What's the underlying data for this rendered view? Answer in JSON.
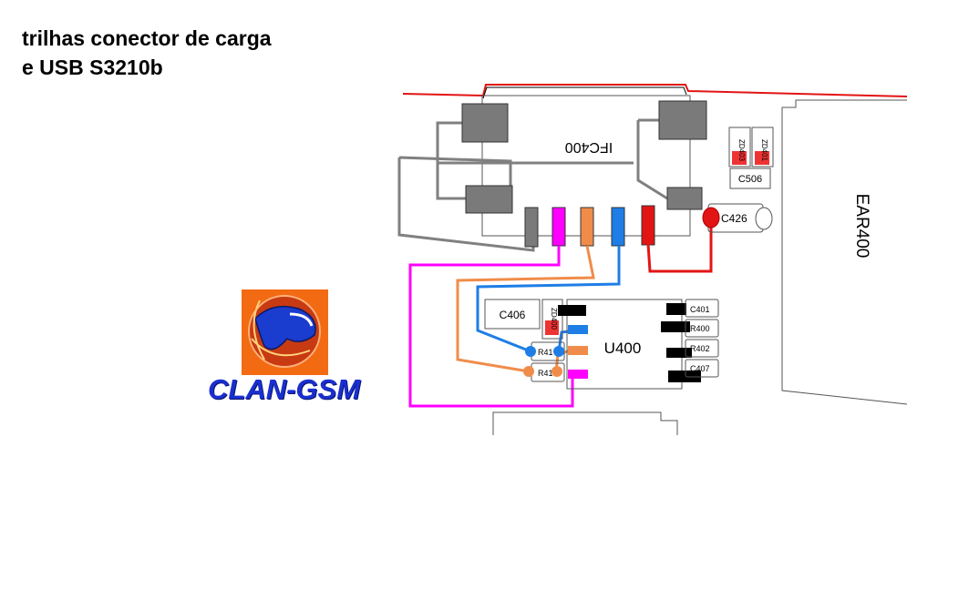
{
  "title": {
    "line1": "trilhas conector de carga",
    "line2": "e USB S3210b"
  },
  "components": {
    "connector": "IFC400",
    "ear": "EAR400",
    "ic": "U400",
    "c426": "C426",
    "c506": "C506",
    "c406": "C406",
    "c401": "C401",
    "r400": "R400",
    "r402": "R402",
    "c407": "C407",
    "zd403": "ZD403",
    "zd401": "ZD401",
    "zd400": "ZD400",
    "r41a": "R41",
    "r41b": "R41"
  },
  "logo": {
    "text": "CLAN-GSM"
  },
  "colors": {
    "gray": "#808080",
    "magenta": "#ff00ff",
    "orange": "#f08c4a",
    "blue": "#1e7ee6",
    "red": "#e31414",
    "pad": "#7a7a7a"
  }
}
